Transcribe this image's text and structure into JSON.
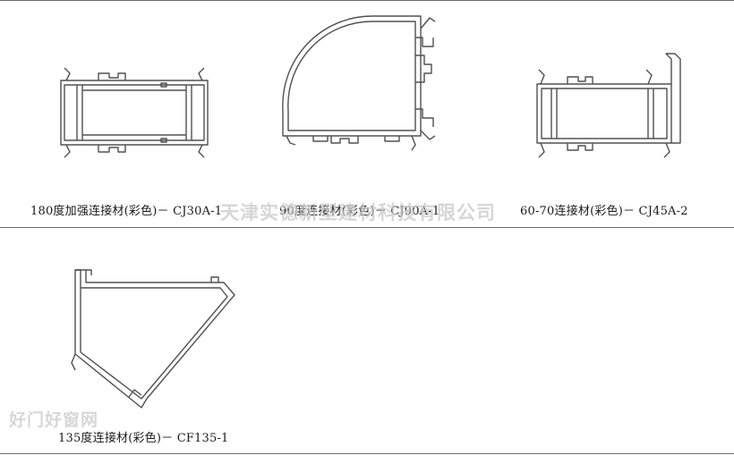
{
  "profiles": [
    {
      "caption": "180度加强连接材(彩色)－ CJ30A-1"
    },
    {
      "caption": "90度连接材(彩色)－ CJ90A-1"
    },
    {
      "caption": "60-70连接材(彩色)－ CJ45A-2"
    },
    {
      "caption": "135度连接材(彩色)－ CF135-1"
    }
  ],
  "watermarks": {
    "company": "天津实德新型建材科技有限公司",
    "site": "好门好窗网"
  },
  "colors": {
    "line": "#505050",
    "rule": "#6b6b6b",
    "watermark": "#c8c8c8"
  }
}
